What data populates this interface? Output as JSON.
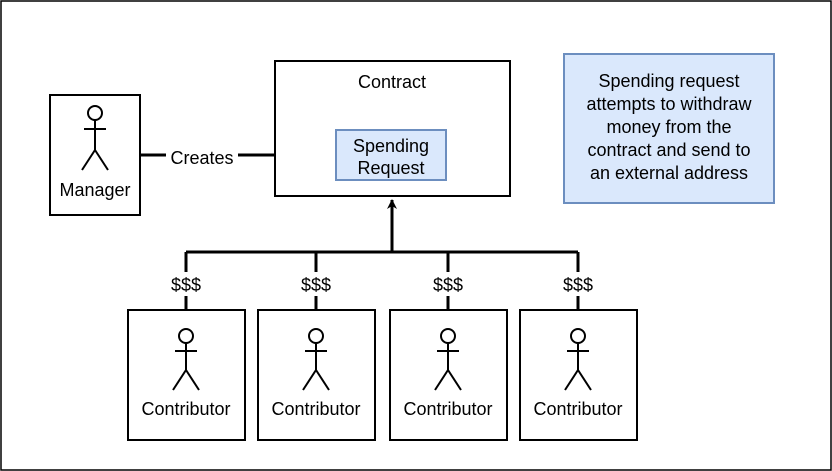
{
  "manager": {
    "label": "Manager"
  },
  "edge_creates": {
    "label": "Creates"
  },
  "contract": {
    "title": "Contract"
  },
  "spending_request": {
    "line1": "Spending",
    "line2": "Request"
  },
  "note": {
    "lines": [
      "Spending request",
      "attempts to withdraw",
      "money from the",
      "contract and send to",
      "an external address"
    ]
  },
  "contributors": [
    {
      "label": "Contributor",
      "money": "$$$"
    },
    {
      "label": "Contributor",
      "money": "$$$"
    },
    {
      "label": "Contributor",
      "money": "$$$"
    },
    {
      "label": "Contributor",
      "money": "$$$"
    }
  ],
  "colors": {
    "line": "#000000",
    "note_fill": "#dae8fc",
    "note_stroke": "#6c8ebf"
  },
  "icons": {
    "actor": "stick-figure-icon"
  }
}
